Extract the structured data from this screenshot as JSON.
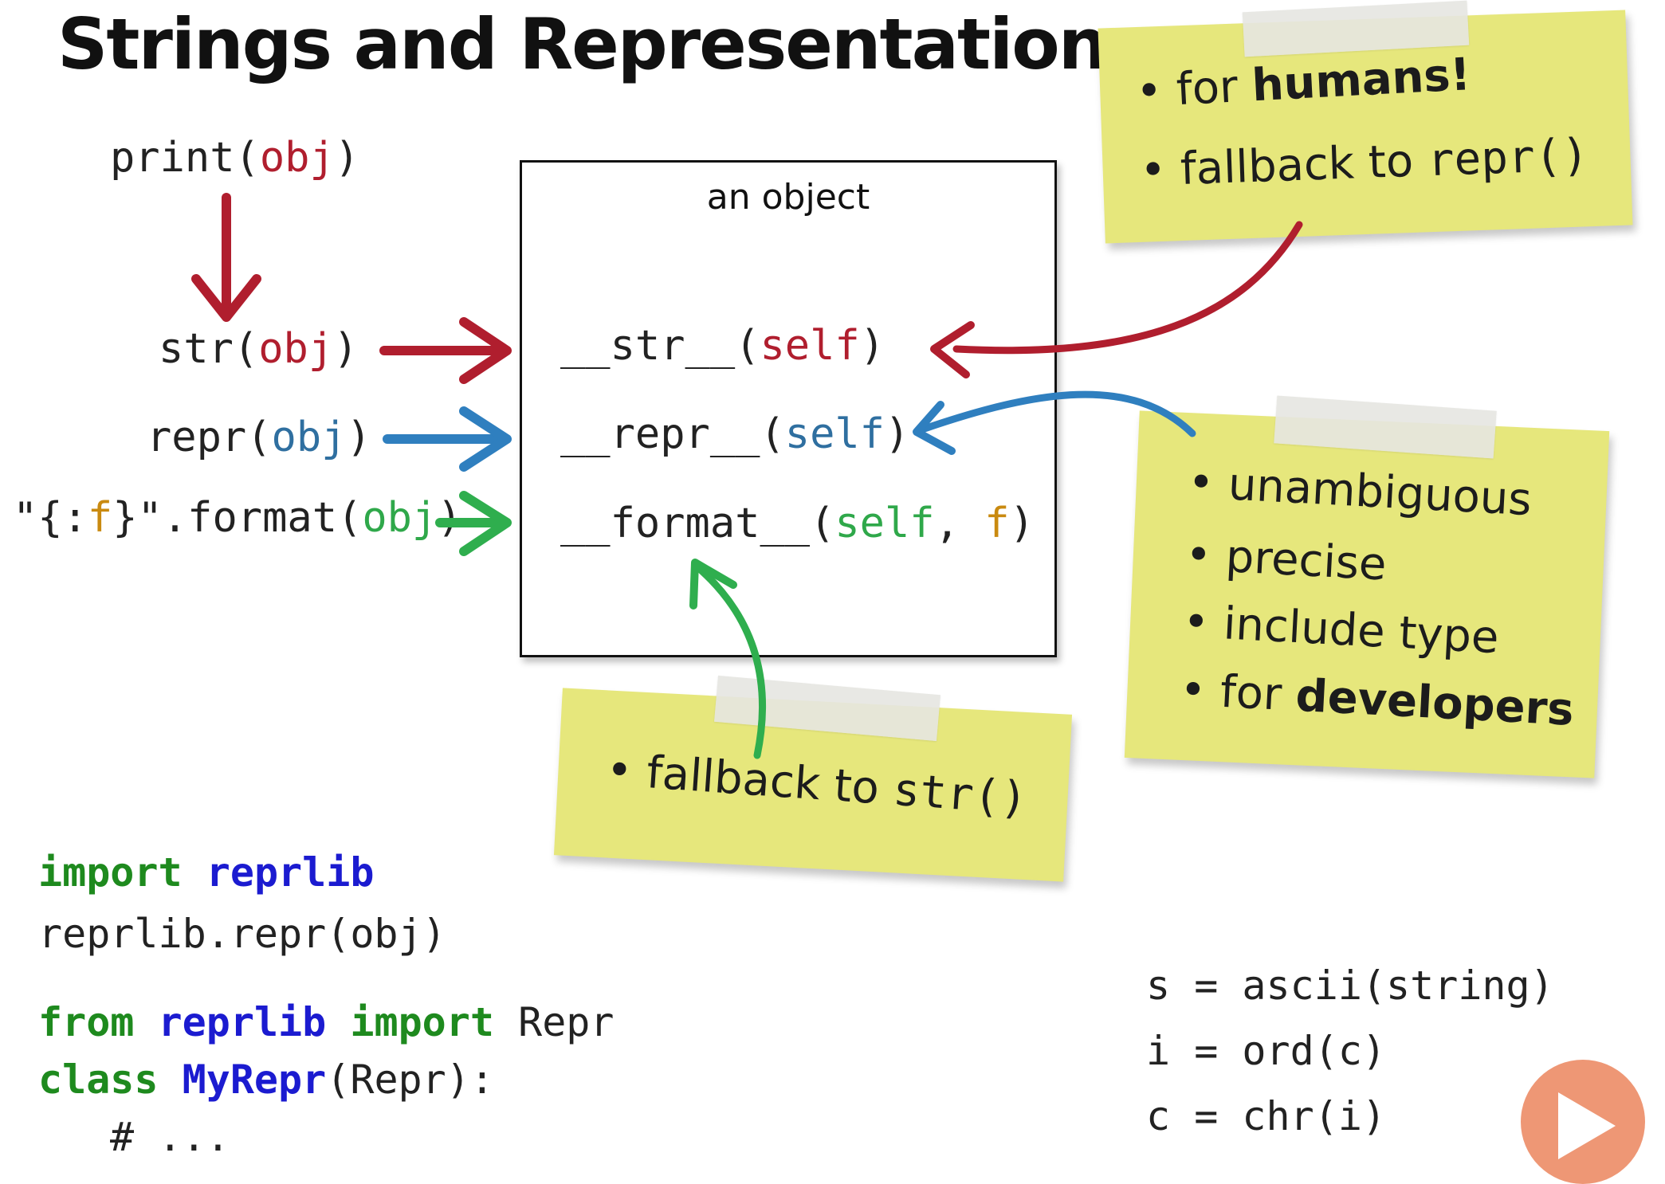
{
  "title": "Strings and Representations",
  "calls": {
    "print": {
      "fn": "print(",
      "arg": "obj",
      "close": ")"
    },
    "str": {
      "fn": "str(",
      "arg": "obj",
      "close": ")"
    },
    "repr": {
      "fn": "repr(",
      "arg": "obj",
      "close": ")"
    },
    "format": {
      "q1": "\"{:",
      "f": "f",
      "q2": "}\".format(",
      "arg": "obj",
      "close": ")"
    }
  },
  "object": {
    "label": "an object",
    "str_method": {
      "name": "__str__(",
      "arg": "self",
      "close": ")"
    },
    "repr_method": {
      "name": "__repr__(",
      "arg": "self",
      "close": ")"
    },
    "format_method": {
      "name": "__format__(",
      "arg": "self",
      "sep": ", ",
      "f": "f",
      "close": ")"
    }
  },
  "notes": {
    "str_note": {
      "line1_a": "• for ",
      "line1_b": "humans!",
      "line2_a": "• fallback to ",
      "line2_b": "repr()"
    },
    "repr_note": {
      "items": [
        "• unambiguous",
        "• precise",
        "• include type"
      ],
      "last_a": "• for ",
      "last_b": "developers"
    },
    "format_note": {
      "a": "• fallback to ",
      "b": "str()"
    }
  },
  "code_left": {
    "l1_kw": "import",
    "l1_mod": "reprlib",
    "l2": "reprlib.repr(obj)",
    "l3_kw1": "from",
    "l3_mod": "reprlib",
    "l3_kw2": "import",
    "l3_name": "Repr",
    "l4_kw": "class",
    "l4_name": "MyRepr",
    "l4_rest": "(Repr):",
    "l5": "# ..."
  },
  "code_right": {
    "l1": "s = ascii(string)",
    "l2": "i = ord(c)",
    "l3": "c = chr(i)"
  },
  "colors": {
    "str_arrow": "#b01e2e",
    "repr_arrow": "#2f7fbf",
    "format_arrow": "#2fae4e",
    "note": "#e6e77c"
  },
  "icons": {
    "play": "play-icon"
  }
}
